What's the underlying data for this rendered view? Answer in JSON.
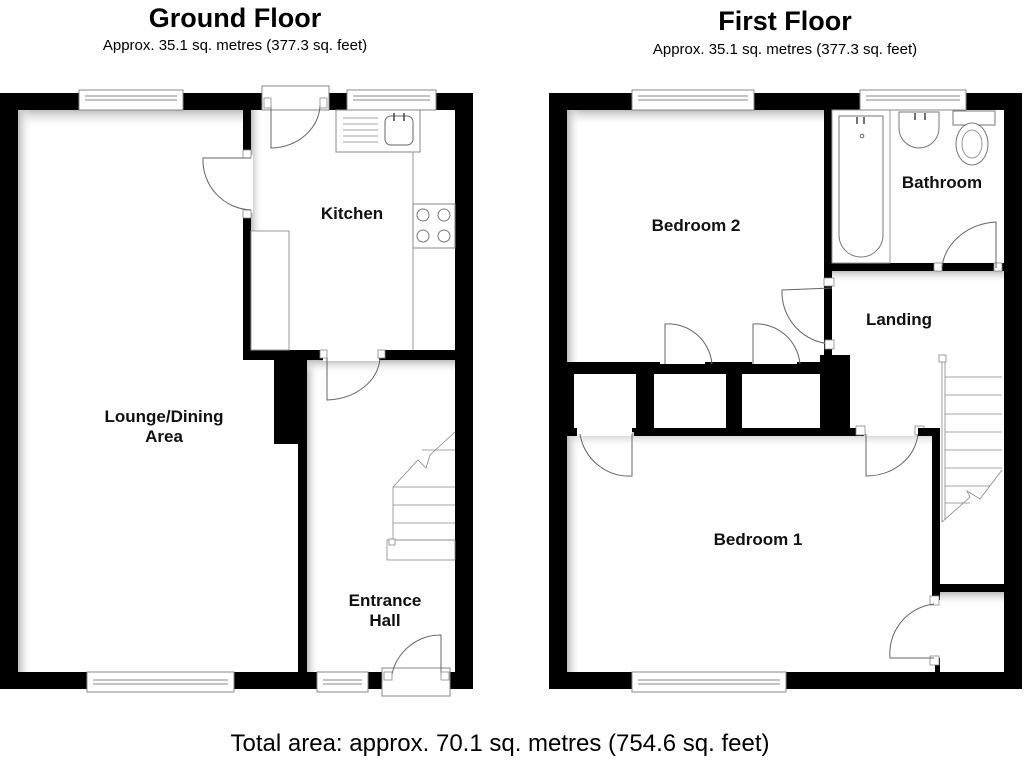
{
  "ground_floor": {
    "title": "Ground Floor",
    "area": "Approx. 35.1 sq. metres (377.3 sq. feet)",
    "rooms": {
      "kitchen": "Kitchen",
      "lounge_line1": "Lounge/Dining",
      "lounge_line2": "Area",
      "hall_line1": "Entrance",
      "hall_line2": "Hall"
    }
  },
  "first_floor": {
    "title": "First Floor",
    "area": "Approx. 35.1 sq. metres (377.3 sq. feet)",
    "rooms": {
      "bedroom2": "Bedroom 2",
      "bathroom": "Bathroom",
      "landing": "Landing",
      "bedroom1": "Bedroom 1"
    }
  },
  "total_area": "Total area: approx. 70.1 sq. metres (754.6 sq. feet)",
  "colors": {
    "wall": "#000000",
    "floor": "#ffffff",
    "fixture_line": "#777777"
  }
}
